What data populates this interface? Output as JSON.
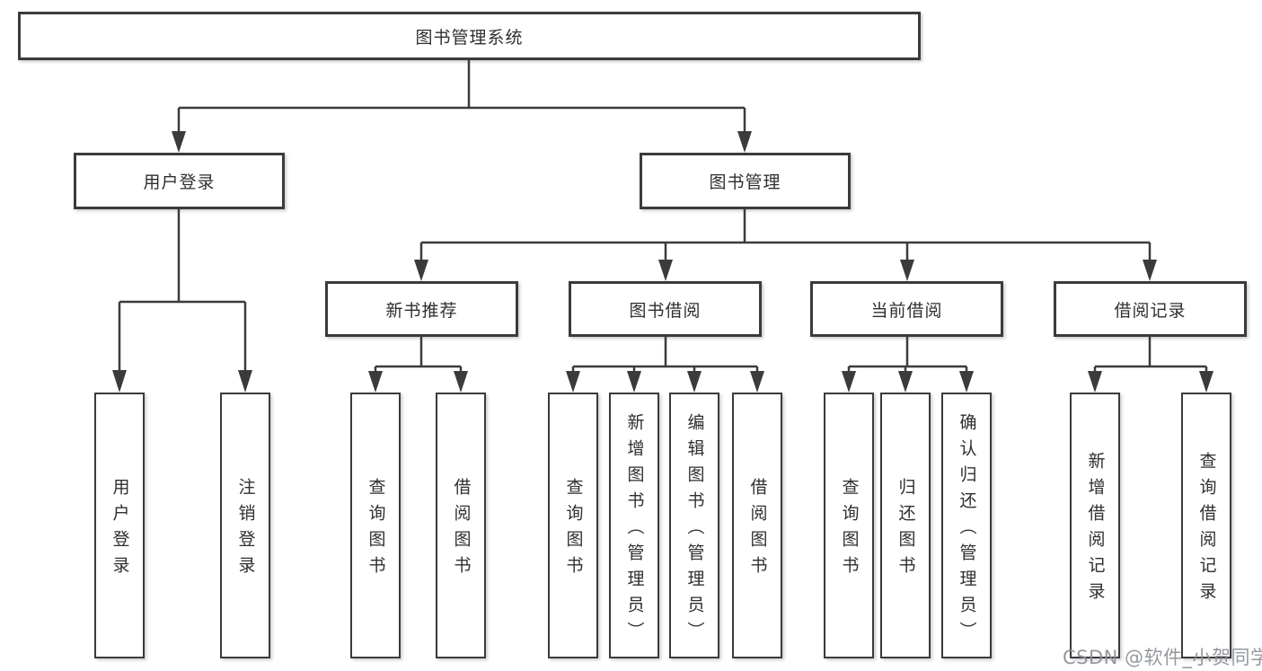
{
  "diagram": {
    "type": "hierarchy-tree",
    "colors": {
      "line": "#3b3b3b",
      "box_border": "#3b3b3b",
      "box_fill": "#ffffff",
      "text": "#2f2f2f",
      "watermark": "#8c9096",
      "background": "#ffffff"
    },
    "tree": {
      "root": {
        "label": "图书管理系统",
        "children": [
          {
            "label": "用户登录",
            "children": [
              {
                "label": "用户登录"
              },
              {
                "label": "注销登录"
              }
            ]
          },
          {
            "label": "图书管理",
            "children": [
              {
                "label": "新书推荐",
                "children": [
                  {
                    "label": "查询图书"
                  },
                  {
                    "label": "借阅图书"
                  }
                ]
              },
              {
                "label": "图书借阅",
                "children": [
                  {
                    "label": "查询图书"
                  },
                  {
                    "label": "新增图书（管理员）"
                  },
                  {
                    "label": "编辑图书（管理员）"
                  },
                  {
                    "label": "借阅图书"
                  }
                ]
              },
              {
                "label": "当前借阅",
                "children": [
                  {
                    "label": "查询图书"
                  },
                  {
                    "label": "归还图书"
                  },
                  {
                    "label": "确认归还（管理员）"
                  }
                ]
              },
              {
                "label": "借阅记录",
                "children": [
                  {
                    "label": "新增借阅记录"
                  },
                  {
                    "label": "查询借阅记录"
                  }
                ]
              }
            ]
          }
        ]
      }
    }
  },
  "watermark": {
    "text": "CSDN @软件_小贺同学"
  }
}
